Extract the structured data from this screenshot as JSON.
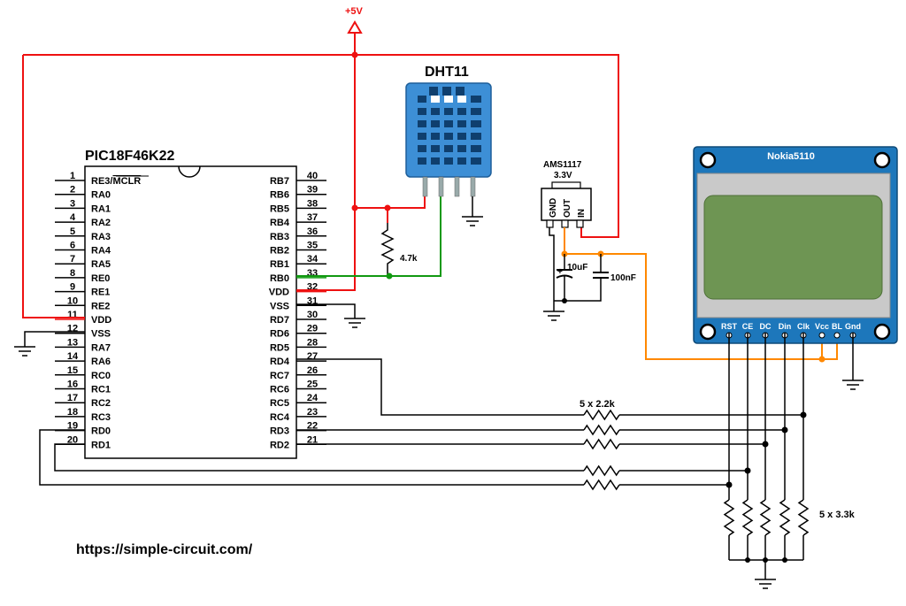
{
  "colors": {
    "red": "#ee1111",
    "green": "#119911",
    "orange": "#ff8800",
    "wire": "#000000",
    "lcd_board": "#1d77bb",
    "lcd_screen": "#6e9553",
    "dht_body": "#3d8fd6"
  },
  "mcu": {
    "name": "PIC18F46K22",
    "left_pins": [
      {
        "num": "1",
        "label": "RE3/MCLR"
      },
      {
        "num": "2",
        "label": "RA0"
      },
      {
        "num": "3",
        "label": "RA1"
      },
      {
        "num": "4",
        "label": "RA2"
      },
      {
        "num": "5",
        "label": "RA3"
      },
      {
        "num": "6",
        "label": "RA4"
      },
      {
        "num": "7",
        "label": "RA5"
      },
      {
        "num": "8",
        "label": "RE0"
      },
      {
        "num": "9",
        "label": "RE1"
      },
      {
        "num": "10",
        "label": "RE2"
      },
      {
        "num": "11",
        "label": "VDD"
      },
      {
        "num": "12",
        "label": "VSS"
      },
      {
        "num": "13",
        "label": "RA7"
      },
      {
        "num": "14",
        "label": "RA6"
      },
      {
        "num": "15",
        "label": "RC0"
      },
      {
        "num": "16",
        "label": "RC1"
      },
      {
        "num": "17",
        "label": "RC2"
      },
      {
        "num": "18",
        "label": "RC3"
      },
      {
        "num": "19",
        "label": "RD0"
      },
      {
        "num": "20",
        "label": "RD1"
      }
    ],
    "right_pins": [
      {
        "num": "40",
        "label": "RB7"
      },
      {
        "num": "39",
        "label": "RB6"
      },
      {
        "num": "38",
        "label": "RB5"
      },
      {
        "num": "37",
        "label": "RB4"
      },
      {
        "num": "36",
        "label": "RB3"
      },
      {
        "num": "35",
        "label": "RB2"
      },
      {
        "num": "34",
        "label": "RB1"
      },
      {
        "num": "33",
        "label": "RB0"
      },
      {
        "num": "32",
        "label": "VDD"
      },
      {
        "num": "31",
        "label": "VSS"
      },
      {
        "num": "30",
        "label": "RD7"
      },
      {
        "num": "29",
        "label": "RD6"
      },
      {
        "num": "28",
        "label": "RD5"
      },
      {
        "num": "27",
        "label": "RD4"
      },
      {
        "num": "26",
        "label": "RC7"
      },
      {
        "num": "25",
        "label": "RC6"
      },
      {
        "num": "24",
        "label": "RC5"
      },
      {
        "num": "23",
        "label": "RC4"
      },
      {
        "num": "22",
        "label": "RD3"
      },
      {
        "num": "21",
        "label": "RD2"
      }
    ]
  },
  "power": {
    "label": "+5V"
  },
  "sensor": {
    "name": "DHT11",
    "pullup": "4.7k"
  },
  "regulator": {
    "name": "AMS1117",
    "voltage": "3.3V",
    "pins": [
      "GND",
      "OUT",
      "IN"
    ],
    "cap1": "10uF",
    "cap1_polarity": "+",
    "cap2": "100nF"
  },
  "lcd": {
    "name": "Nokia5110",
    "pins": [
      "RST",
      "CE",
      "DC",
      "Din",
      "Clk",
      "Vcc",
      "BL",
      "Gnd"
    ]
  },
  "resistors": {
    "series_label": "5 x 2.2k",
    "pulldown_label": "5 x 3.3k"
  },
  "url": "https://simple-circuit.com/"
}
